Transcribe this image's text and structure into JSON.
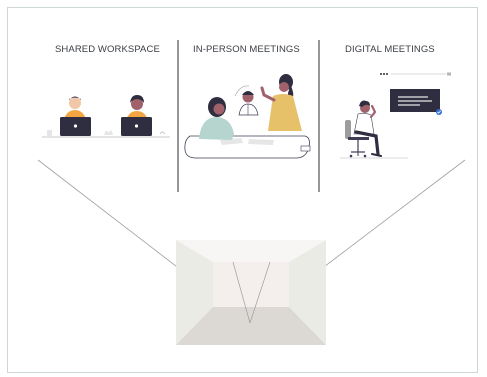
{
  "panels": {
    "shared_workspace": {
      "label": "SHARED WORKSPACE"
    },
    "in_person_meetings": {
      "label": "IN-PERSON MEETINGS"
    },
    "digital_meetings": {
      "label": "DIGITAL MEETINGS"
    }
  },
  "colors": {
    "frame_border": "#cfd6d8",
    "divider": "#2b2f33",
    "laptop": "#2f2e41",
    "skin_light": "#f1c7a8",
    "skin_dark": "#a0616a",
    "hair_dark": "#2f2e41",
    "shirt_orange": "#f2a541",
    "shirt_mustard": "#e7c06a",
    "shirt_teal": "#b7d5cf",
    "accent_blue": "#3b6fd4",
    "room_back": "#f3efec",
    "room_floor": "#dcd8d3",
    "room_side": "#ecebe6"
  },
  "icons": {
    "workspace_illustration": "two-people-with-laptops",
    "meeting_illustration": "people-around-table",
    "digital_illustration": "person-on-call-with-screen",
    "room_illustration": "empty-room-perspective"
  }
}
